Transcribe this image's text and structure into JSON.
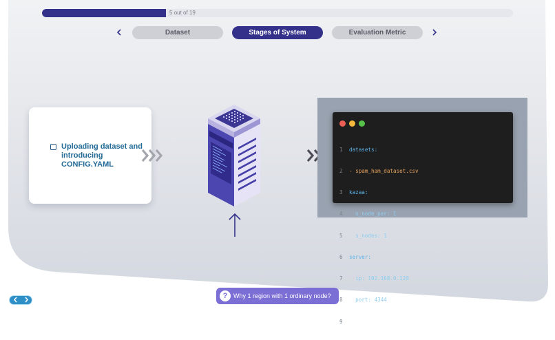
{
  "progress": {
    "current": 5,
    "total": 19,
    "label": "5 out of 19",
    "fraction": 0.2632
  },
  "tabs": {
    "prev_icon": "chevron-left-icon",
    "next_icon": "chevron-right-icon",
    "items": [
      {
        "label": "Dataset",
        "active": false
      },
      {
        "label": "Stages of System",
        "active": true
      },
      {
        "label": "Evaluation Metric",
        "active": false
      }
    ]
  },
  "step": {
    "text": "Uploading dataset and introducing CONFIG.YAML",
    "icon": "checkbox-icon"
  },
  "icons": {
    "server": "server-icon",
    "arrow_up": "arrow-up-icon",
    "chevrons": "triple-chevron-right-icon"
  },
  "code": {
    "window_dots": [
      "#ed5f55",
      "#f5b73c",
      "#56c24a"
    ],
    "lines": [
      {
        "n": "1",
        "text": "datasets:"
      },
      {
        "n": "2",
        "text": "- spam_ham_dataset.csv"
      },
      {
        "n": "3",
        "text": "kazaa:"
      },
      {
        "n": "4",
        "text": "  o_node_per: 1"
      },
      {
        "n": "5",
        "text": "  s_nodes: 1"
      },
      {
        "n": "6",
        "text": "server:"
      },
      {
        "n": "7",
        "text": "  ip: 192.168.0.120"
      },
      {
        "n": "8",
        "text": "  port: 4344"
      },
      {
        "n": "9",
        "text": ""
      }
    ]
  },
  "bottom": {
    "prev_icon": "chevron-left-icon",
    "next_icon": "chevron-right-icon",
    "question_icon": "question-icon",
    "question": "Why 1 region with 1 ordinary node?"
  },
  "colors": {
    "primary": "#34318a",
    "step_text": "#236a96",
    "question_bg": "#7b6fd6",
    "nav_pill": "#2f8fc7"
  }
}
